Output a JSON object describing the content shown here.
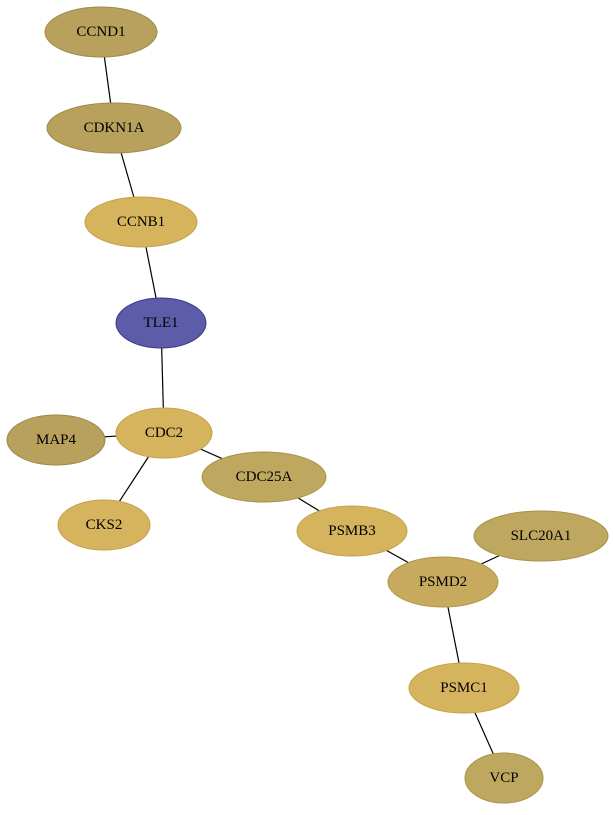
{
  "colors": {
    "background": "#ffffff",
    "edge": "#000000",
    "label": "#000000"
  },
  "nodes": [
    {
      "id": "CCND1",
      "label": "CCND1",
      "fill": "#b8a05d",
      "stroke": "#a08a48"
    },
    {
      "id": "CDKN1A",
      "label": "CDKN1A",
      "fill": "#b8a05d",
      "stroke": "#a08a48"
    },
    {
      "id": "CCNB1",
      "label": "CCNB1",
      "fill": "#d5b45d",
      "stroke": "#c4a24a"
    },
    {
      "id": "TLE1",
      "label": "TLE1",
      "fill": "#5c5ca8",
      "stroke": "#3a3a8c"
    },
    {
      "id": "CDC2",
      "label": "CDC2",
      "fill": "#d5b45d",
      "stroke": "#c4a24a"
    },
    {
      "id": "MAP4",
      "label": "MAP4",
      "fill": "#b8a05d",
      "stroke": "#a08a48"
    },
    {
      "id": "CKS2",
      "label": "CKS2",
      "fill": "#d5b45d",
      "stroke": "#c4a24a"
    },
    {
      "id": "CDC25A",
      "label": "CDC25A",
      "fill": "#bea75e",
      "stroke": "#a8924a"
    },
    {
      "id": "PSMB3",
      "label": "PSMB3",
      "fill": "#d5b45d",
      "stroke": "#c4a24a"
    },
    {
      "id": "SLC20A1",
      "label": "SLC20A1",
      "fill": "#bea75e",
      "stroke": "#a8924a"
    },
    {
      "id": "PSMD2",
      "label": "PSMD2",
      "fill": "#c7aa5d",
      "stroke": "#b0964a"
    },
    {
      "id": "PSMC1",
      "label": "PSMC1",
      "fill": "#d5b45d",
      "stroke": "#c4a24a"
    },
    {
      "id": "VCP",
      "label": "VCP",
      "fill": "#bea75e",
      "stroke": "#a8924a"
    }
  ],
  "edges": [
    {
      "source": "CCND1",
      "target": "CDKN1A"
    },
    {
      "source": "CDKN1A",
      "target": "CCNB1"
    },
    {
      "source": "CCNB1",
      "target": "TLE1"
    },
    {
      "source": "TLE1",
      "target": "CDC2"
    },
    {
      "source": "CDC2",
      "target": "MAP4"
    },
    {
      "source": "CDC2",
      "target": "CKS2"
    },
    {
      "source": "CDC2",
      "target": "CDC25A"
    },
    {
      "source": "CDC25A",
      "target": "PSMB3"
    },
    {
      "source": "PSMB3",
      "target": "PSMD2"
    },
    {
      "source": "PSMD2",
      "target": "SLC20A1"
    },
    {
      "source": "PSMD2",
      "target": "PSMC1"
    },
    {
      "source": "PSMC1",
      "target": "VCP"
    }
  ]
}
